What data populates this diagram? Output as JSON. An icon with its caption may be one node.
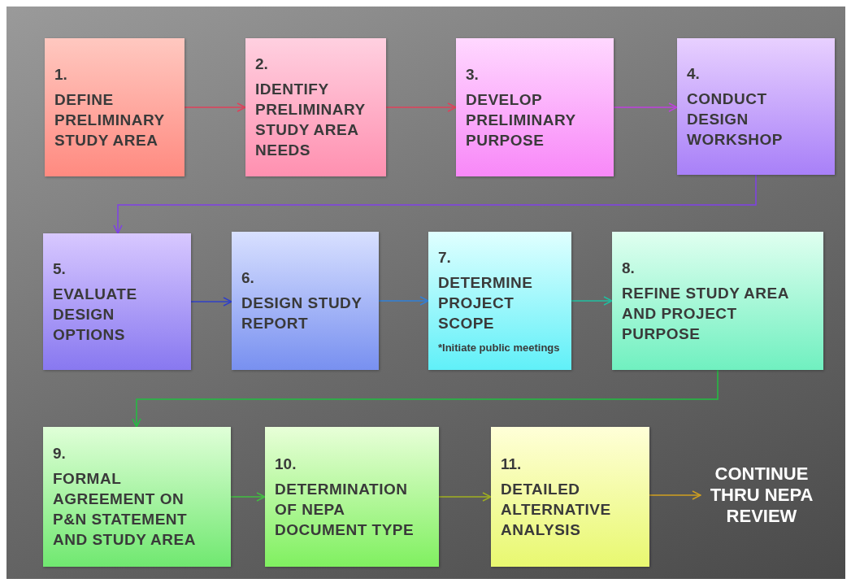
{
  "diagram": {
    "nodes": [
      {
        "text": [
          "1.",
          "DEFINE PRELIMINARY STUDY AREA"
        ]
      },
      {
        "text": [
          "2.",
          "IDENTIFY PRELIMINARY STUDY AREA NEEDS"
        ]
      },
      {
        "text": [
          "3.",
          "DEVELOP PRELIMINARY PURPOSE"
        ]
      },
      {
        "text": [
          "4.",
          "CONDUCT DESIGN WORKSHOP"
        ]
      },
      {
        "text": [
          "5.",
          "EVALUATE DESIGN OPTIONS"
        ]
      },
      {
        "text": [
          "6.",
          "DESIGN STUDY REPORT"
        ]
      },
      {
        "text": [
          "7.",
          "DETERMINE PROJECT SCOPE",
          "*Initiate public meetings"
        ]
      },
      {
        "text": [
          "8.",
          "REFINE STUDY AREA AND PROJECT PURPOSE"
        ]
      },
      {
        "text": [
          "9.",
          "FORMAL AGREEMENT ON P&N STATEMENT AND STUDY AREA"
        ]
      },
      {
        "text": [
          "10.",
          "DETERMINATION OF NEPA DOCUMENT TYPE"
        ]
      },
      {
        "text": [
          "11.",
          "DETAILED ALTERNATIVE ANALYSIS"
        ]
      },
      {
        "text": [
          "CONTINUE THRU NEPA REVIEW"
        ]
      }
    ],
    "edges": [
      {
        "from": 0,
        "to": 1,
        "arrow": "to",
        "color": "#e0405a"
      },
      {
        "from": 1,
        "to": 2,
        "arrow": "to",
        "color": "#e0405a"
      },
      {
        "from": 2,
        "to": 3,
        "arrow": "to",
        "color": "#c040e0"
      },
      {
        "from": 3,
        "to": 4,
        "arrow": "to",
        "color": "#8040e8"
      },
      {
        "from": 4,
        "to": 5,
        "arrow": "to",
        "color": "#3040c8"
      },
      {
        "from": 5,
        "to": 6,
        "arrow": "to",
        "color": "#3080d8"
      },
      {
        "from": 6,
        "to": 7,
        "arrow": "to",
        "color": "#20c0a0"
      },
      {
        "from": 7,
        "to": 8,
        "arrow": "to",
        "color": "#20c040"
      },
      {
        "from": 8,
        "to": 9,
        "arrow": "to",
        "color": "#40c040"
      },
      {
        "from": 9,
        "to": 10,
        "arrow": "to",
        "color": "#a0b020"
      },
      {
        "from": 10,
        "to": 11,
        "arrow": "to",
        "color": "#d0a020"
      }
    ]
  }
}
